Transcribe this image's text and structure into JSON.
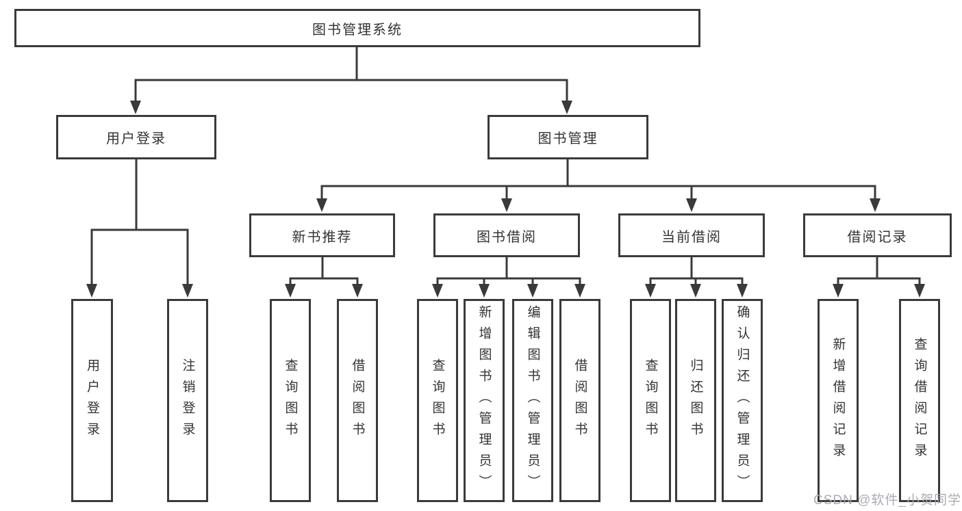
{
  "colors": {
    "line": "#3a3a3a",
    "box_border": "#3a3a3a",
    "box_fill": "#ffffff",
    "text": "#333333",
    "background": "#ffffff",
    "watermark_text": "#a8a8ad"
  },
  "watermark": "CSDN @软件_小贺同学",
  "tree": {
    "root": "图书管理系统",
    "branches": [
      {
        "label": "用户登录",
        "children": [
          {
            "label": "用户登录"
          },
          {
            "label": "注销登录"
          }
        ]
      },
      {
        "label": "图书管理",
        "children": [
          {
            "label": "新书推荐",
            "children": [
              {
                "label": "查询图书"
              },
              {
                "label": "借阅图书"
              }
            ]
          },
          {
            "label": "图书借阅",
            "children": [
              {
                "label": "查询图书"
              },
              {
                "label": "新增图书（管理员）"
              },
              {
                "label": "编辑图书（管理员）"
              },
              {
                "label": "借阅图书"
              }
            ]
          },
          {
            "label": "当前借阅",
            "children": [
              {
                "label": "查询图书"
              },
              {
                "label": "归还图书"
              },
              {
                "label": "确认归还（管理员）"
              }
            ]
          },
          {
            "label": "借阅记录",
            "children": [
              {
                "label": "新增借阅记录"
              },
              {
                "label": "查询借阅记录"
              }
            ]
          }
        ]
      }
    ]
  }
}
